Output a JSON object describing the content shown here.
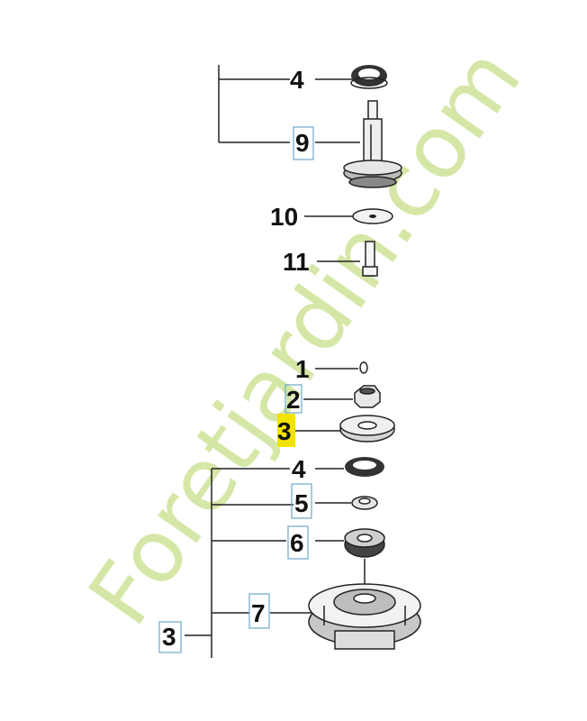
{
  "diagram": {
    "labels": {
      "top_4": "4",
      "top_9": "9",
      "label_10": "10",
      "label_11": "11",
      "label_1": "1",
      "label_2": "2",
      "label_3": "3",
      "label_4": "4",
      "label_5": "5",
      "label_6": "6",
      "label_7": "7",
      "group_3": "3"
    }
  },
  "watermark": {
    "text": "Foretjardin.com",
    "color_green": "#c8e08a",
    "color_gray": "#d8d3c4"
  },
  "colors": {
    "line": "#222222",
    "highlight": "#f3e300",
    "box": "#6fa8c8"
  }
}
